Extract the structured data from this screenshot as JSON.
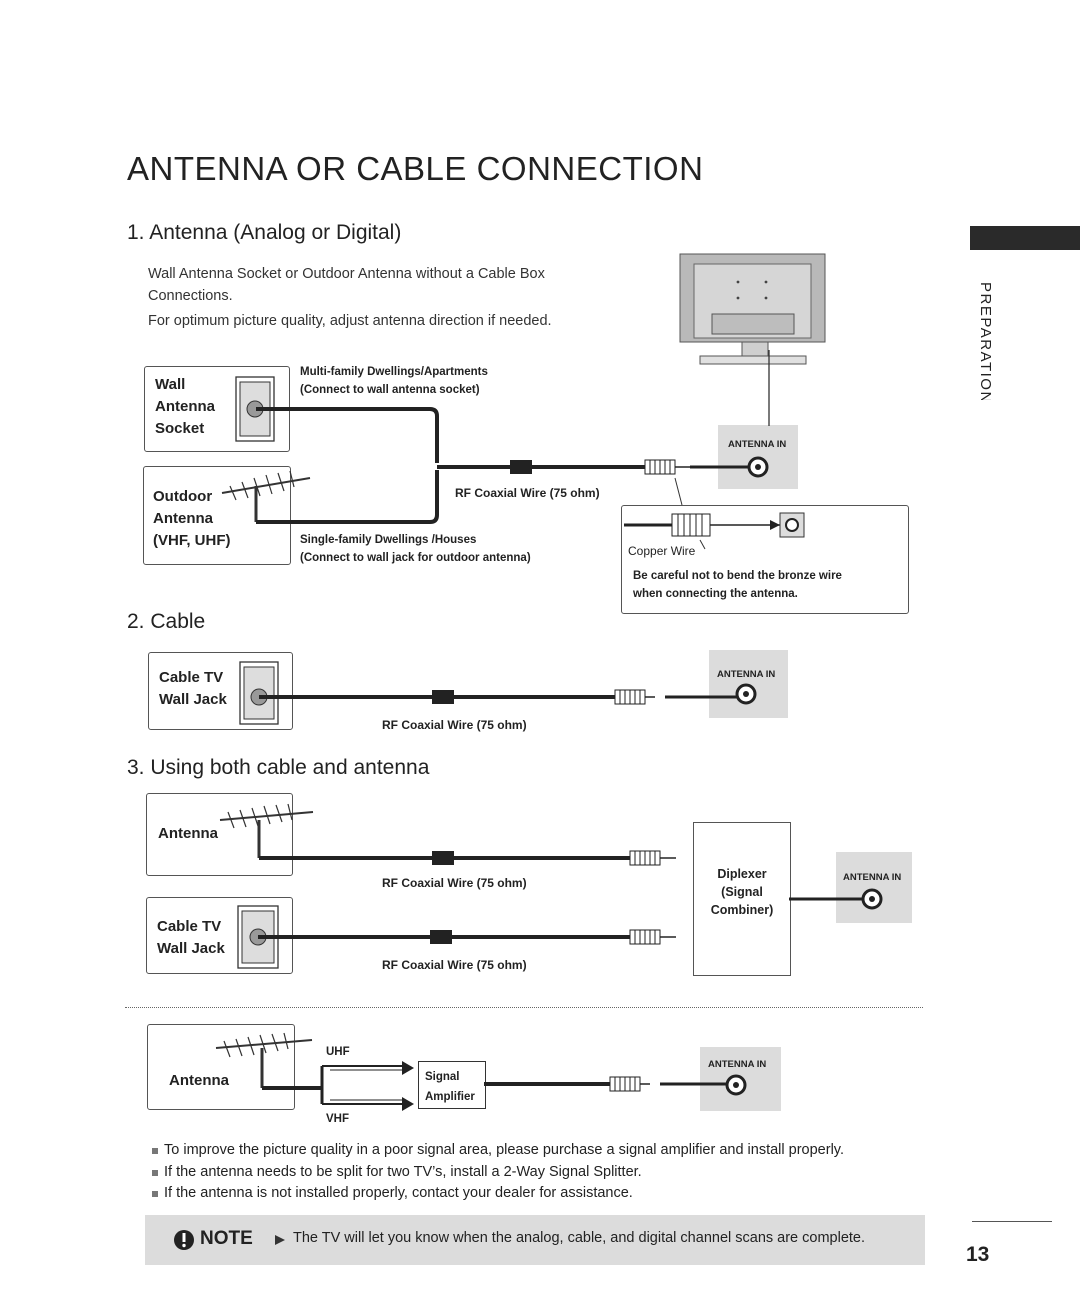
{
  "page_title": "ANTENNA OR CABLE CONNECTION",
  "side_tab": "PREPARATION",
  "page_number": "13",
  "section1": {
    "heading": "1. Antenna (Analog or Digital)",
    "intro_line1": "Wall Antenna Socket or Outdoor Antenna without a Cable Box",
    "intro_line2": "Connections.",
    "intro_line3": "For optimum picture quality, adjust antenna direction if needed.",
    "wall_label": [
      "Wall",
      "Antenna",
      "Socket"
    ],
    "outdoor_label": [
      "Outdoor",
      "Antenna",
      "(VHF, UHF)"
    ],
    "multi_family_line1": "Multi-family Dwellings/Apartments",
    "multi_family_line2": "(Connect to wall antenna socket)",
    "single_family_line1": "Single-family Dwellings /Houses",
    "single_family_line2": "(Connect to wall jack for outdoor antenna)",
    "rf_label": "RF Coaxial Wire (75 ohm)",
    "antenna_in": "ANTENNA IN",
    "copper_wire": "Copper Wire",
    "careful_line1": "Be careful not to bend the bronze wire",
    "careful_line2": "when connecting the antenna."
  },
  "section2": {
    "heading": "2. Cable",
    "jack_label": [
      "Cable TV",
      "Wall Jack"
    ],
    "rf_label": "RF Coaxial Wire (75 ohm)",
    "antenna_in": "ANTENNA IN"
  },
  "section3": {
    "heading": "3. Using both cable and antenna",
    "antenna_label": "Antenna",
    "jack_label": [
      "Cable TV",
      "Wall Jack"
    ],
    "rf_label_1": "RF Coaxial Wire (75 ohm)",
    "rf_label_2": "RF Coaxial Wire (75 ohm)",
    "diplexer": [
      "Diplexer",
      "(Signal",
      "Combiner)"
    ],
    "antenna_in": "ANTENNA IN",
    "amp_antenna_label": "Antenna",
    "uhf": "UHF",
    "vhf": "VHF",
    "amplifier": [
      "Signal",
      "Amplifier"
    ],
    "antenna_in_2": "ANTENNA IN"
  },
  "bullets": [
    "To improve the picture quality in a poor signal area, please purchase a signal amplifier and install properly.",
    "If the antenna needs to be split for two TV’s, install a 2-Way Signal Splitter.",
    "If the antenna is not installed properly, contact your dealer for assistance."
  ],
  "note": {
    "label": "NOTE",
    "text": "The TV will let you know when the analog, cable, and digital channel scans are complete."
  }
}
